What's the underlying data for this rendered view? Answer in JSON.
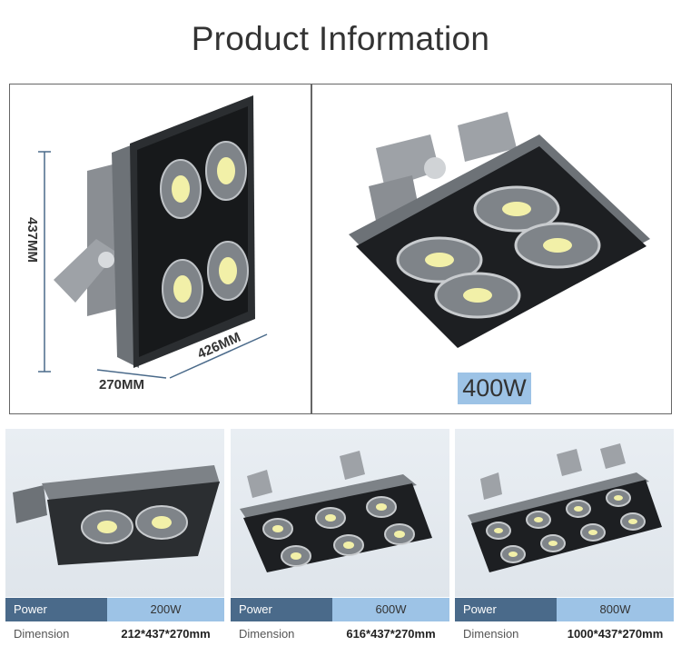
{
  "title": "Product Information",
  "dimensions": {
    "height": "437MM",
    "depth": "270MM",
    "width": "426MM"
  },
  "main_wattage": "400W",
  "variants": [
    {
      "power_label": "Power",
      "power_value": "200W",
      "dimension_label": "Dimension",
      "dimension_value": "212*437*270mm"
    },
    {
      "power_label": "Power",
      "power_value": "600W",
      "dimension_label": "Dimension",
      "dimension_value": "616*437*270mm"
    },
    {
      "power_label": "Power",
      "power_value": "800W",
      "dimension_label": "Dimension",
      "dimension_value": "1000*437*270mm"
    }
  ]
}
